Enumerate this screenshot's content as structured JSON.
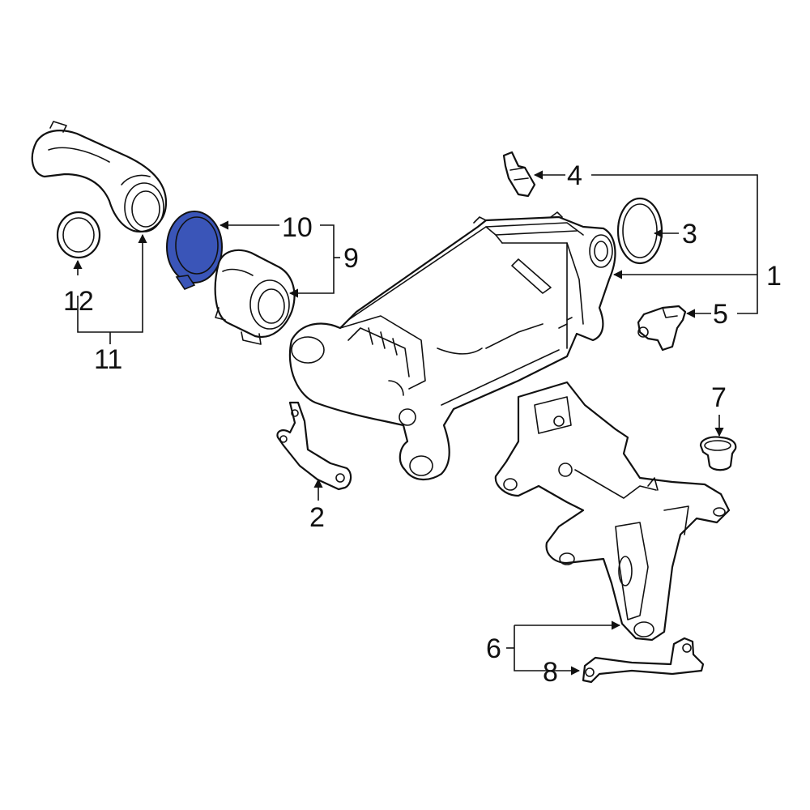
{
  "diagram": {
    "highlight_color": "#3a55b8",
    "line_color": "#111111",
    "callouts": {
      "c1": "1",
      "c2": "2",
      "c3": "3",
      "c4": "4",
      "c5": "5",
      "c6": "6",
      "c7": "7",
      "c8": "8",
      "c9": "9",
      "c10": "10",
      "c11": "11",
      "c12": "12"
    }
  }
}
